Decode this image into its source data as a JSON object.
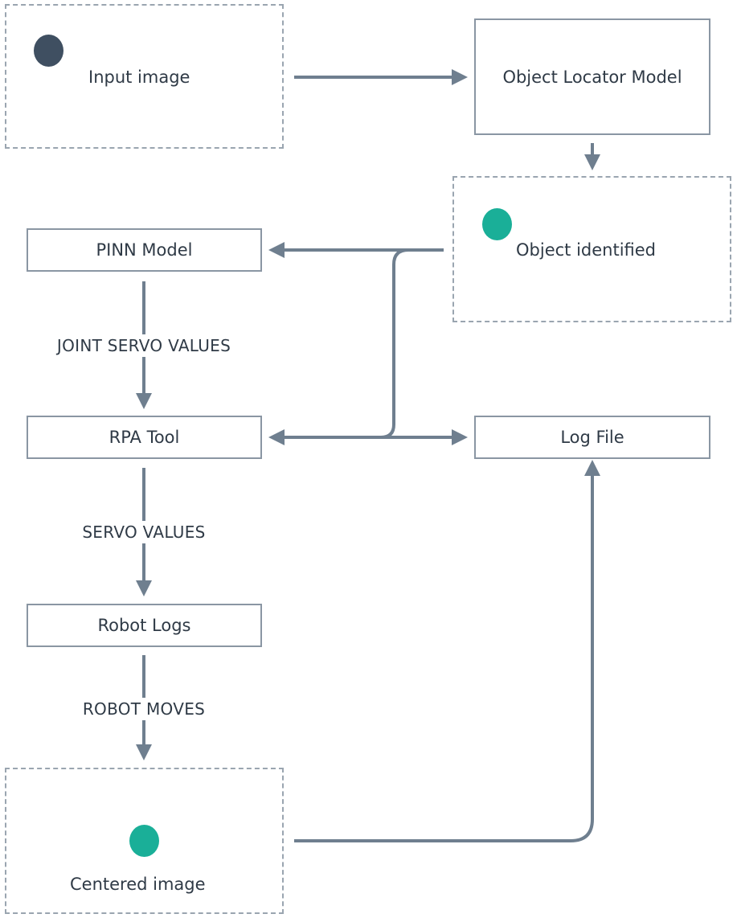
{
  "nodes": {
    "input_image": {
      "label": "Input image",
      "dot_color": "#3f4f61"
    },
    "object_locator": {
      "label": "Object Locator Model"
    },
    "object_identified": {
      "label": "Object identified",
      "dot_color": "#1aaf98"
    },
    "pinn_model": {
      "label": "PINN Model"
    },
    "rpa_tool": {
      "label": "RPA Tool"
    },
    "log_file": {
      "label": "Log File"
    },
    "robot_logs": {
      "label": "Robot Logs"
    },
    "centered_image": {
      "label": "Centered image",
      "dot_color": "#1aaf98"
    }
  },
  "edges": {
    "pinn_to_rpa": "JOINT SERVO VALUES",
    "rpa_to_robot": "SERVO VALUES",
    "robot_to_centered": "ROBOT MOVES"
  },
  "colors": {
    "arrow": "#6f7f8f",
    "border": "#8a96a3"
  }
}
